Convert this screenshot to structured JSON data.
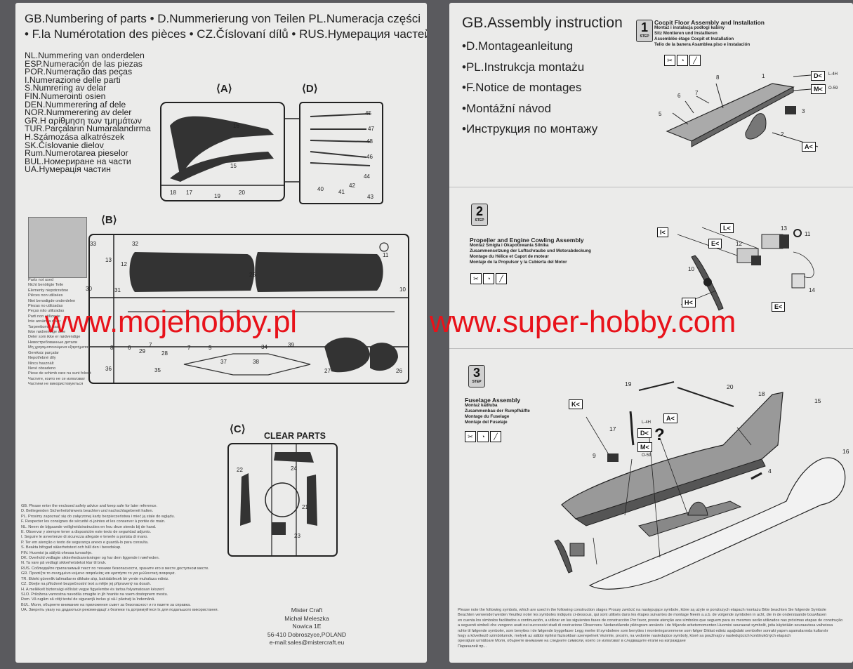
{
  "left_page": {
    "title_line1": "GB.Numbering of parts • D.Nummerierung von Teilen PL.Numeracja części",
    "title_line2": "• F.la Numérotation des pièces • CZ.Číslovaní dílů • RUS.Нумерация частей",
    "languages": [
      "NL.Nummering van onderdelen",
      "ESP.Numeración de las piezas",
      "POR.Numeração das peças",
      "I.Numerazione delle parti",
      "S.Numrering av delar",
      "FIN.Numerointi osien",
      "DEN.Nummerering af dele",
      "NOR.Nummerering av deler",
      "GR.Η αρίθμηση των τμημάτων",
      "TUR.Parçaların Numaralandırma",
      "H.Számozása alkatrészek",
      "SK.Číslovanie dielov",
      "Rum.Numerotarea pieselor",
      "BUL.Номериране на части",
      "UA.Нумерація частин"
    ],
    "sprue_labels": {
      "a": "A",
      "b": "B",
      "c": "C",
      "d": "D"
    },
    "clear_parts": "CLEAR PARTS",
    "not_used": [
      "Parts not used",
      "Nicht benötigte Teile",
      "Elementy niepotrzebne",
      "Pièces non utilisées",
      "Niet benodigde onderdelen",
      "Piezas no utilizadas",
      "Peças não utilizadas",
      "Parti non utilizzate",
      "Inte använda delar",
      "Tarpeettomat osat",
      "Ikke nødvendige dele",
      "Deler som ikke er nødvendige",
      "Невостребованные детали",
      "Μη χρησιμοποιούμενα εξαρτήματα",
      "Gereksiz parçalar",
      "Nepotřebné díly",
      "Nincs használt",
      "Nevé obsadeno",
      "Piese de schimb care nu sunt folosite",
      "Частите, които не се използват",
      "Частини не використовуються"
    ],
    "safety_notes": [
      "GB. Please enter the enclosed safety advice and keep safe for later reference.",
      "D. Beiliegenden Sicherheitshinweis beachten und nachschlagebereit halten.",
      "PL. Prosimy zapoznać się do załączonej karty bezpieczeństwa i mieć ją stale do wglądu.",
      "F. Respecter les consignes de sécurité ci-jointes et les conserver à portée de main.",
      "NL. Neem de bijgaande veiligheidsinstructies en hou deze steeds bij de hand.",
      "E. Observar y siempre tener a disposición este texto de seguridad adjunto.",
      "I. Seguire le avvertenze di sicurezza allegate e tenerle a portata di mano.",
      "P. Ter em atenção o texto de segurança anexo e guardá-lo para consulta.",
      "S. Beakta bifogad säkerhetstext och håll den i beredskap.",
      "FIN. Huomioi ja säilytä ohessa turvaohje.",
      "DK. Overhold vedlagte sikkerhedsanvisninger og har dem liggende i nærheden.",
      "N. Ta vare på vedlagt sikkerhetstekst klar til bruk.",
      "RUS. Соблюдайте прилагаемый текст по технике безопасности, храните его в месте доступном месте.",
      "GR. Προσέξτε το συνημμένο κείμενο ασφαλείας και κρατήστε το για μελλοντική αναφορά.",
      "TR. Ekteki güvenlik talimatlarını dikkate alıp, bakılabilecek bir yerde muhafaza ediniz.",
      "CZ. Dbejte na přiložené bezpečnostní text a mějte jej připravený na dosah.",
      "H. A mellékelt biztonsági előírást vegye figyelembe és tartsa folyamatosan készen!",
      "SLO. Priložena varnostna navodila zmagite in jih hranite na vsem dostopnem mestu.",
      "Rom. Vă rugăm să citiţi textul de siguranţă inclus şi să-l păstraţi la îndemână.",
      "BUL. Моля, обърнете внимание на приложения съвет за безопасност и го пазете за справка.",
      "UA. Зверніть увагу на додаються рекомендації з безпеки та дотримуйтеся їх для подальшого використання."
    ],
    "footer": [
      "Mister Craft",
      "Michał  Meleszka",
      "Nowica 1E",
      "56-410 Dobroszyce,POLAND",
      "e-mail:sales@mistercraft.eu"
    ]
  },
  "right_page": {
    "title_main": "GB.Assembly instruction",
    "title_langs": [
      "•D.Montageanleitung",
      "•PL.Instrukcja montażu",
      "•F.Notice de montages",
      "•Montážní návod",
      "•Инструкция по монтажу"
    ],
    "steps": [
      {
        "number": "1",
        "word": "STEP",
        "title": "Cocpit Floor Assembly and Installation",
        "subs": [
          "Montaż i instalacja podłogi kabiny",
          "Sitz Montieren und Installieren",
          "Assemblée étage Cocpit et Installation",
          "Telio de la banera Asamblea piso e instalación"
        ]
      },
      {
        "number": "2",
        "word": "STEP",
        "title": "Propeller and Engine Cowling Assembly",
        "subs": [
          "Montaż Śmigła i Okapotowania Silnika",
          "Zusammensetzung der Luftschraube und Motorabdeckung",
          "Montage du Hélice et Capot de moteur",
          "Montaje de la Propulsor y la Cubierta del Motor"
        ]
      },
      {
        "number": "3",
        "word": "STEP",
        "title": "Fuselage Assembly",
        "subs": [
          "Montaż kadłuba",
          "Zusammenbau der Rumpfhälfte",
          "Montage du Fuselage",
          "Montaje del Fuselaje"
        ]
      }
    ],
    "tags": {
      "d": "D",
      "m": "M",
      "a": "A",
      "k": "K",
      "e": "E",
      "h": "H",
      "l4h": "L-4H",
      "o59": "O-59",
      "question": "?"
    },
    "notes": [
      "Please note the following symbols, which are used in the following construction stages Proszę zwrócić na następujące symbole, które są użyte w poniższych etapach montażu Bitte beachten Sie folgende Symbole",
      "Beachten verwendet werden Veuillez noter les symboles indiqués ci-dessous, qui sont utilisés dans les étapes suivantes de montage Neem a.u.b. de volgende symbolen in acht, die in de onderstaande bouwfasen",
      "en cuenta los símbolos facilitados a continuación, a utilizar en las siguientes fases de construcción Por favor, preste atenção aos símbolos que seguem para os mesmos serão utilizados nas próximas etapas de construção",
      "a seguenti simboli che vengono usati nei successivi stadi di costruzione Observera: Nedanstående piktogram används i de följande arbetsmomenten Huomioi seuraavat symbolit, joita käytetään seuraavissa vaiheissa",
      "ruhte til følgende symboler, som benyttes i de følgende byggefaser Legg merke til symbolene som benyttes i monteringsrommene som følger Dikkat ediniz aşağıdaki semboller sonraki yapım aşamalarında kullanılır",
      "hogy a következő szimbólumok, melyek az alábbi építési fázisokban szerepelnek Vezmite, prosím, na vedomie nasledujúce symboly, ktoré sa používajú v nasledujúcich konštrukčných etapách",
      "operaţiuni următoare Моля, обърнете внимание на следните символи, които се използват в следващите етапи на изграждане",
      "Парачалей пр..."
    ]
  },
  "watermark": {
    "left_text": "www.mojehobby.pl",
    "right_text": "www.super-hobby.com",
    "color": "#e8121a"
  }
}
